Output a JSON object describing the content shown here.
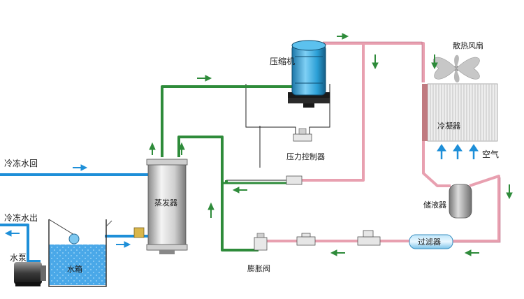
{
  "labels": {
    "compressor": "压缩机",
    "fan": "散热风扇",
    "condenser": "冷凝器",
    "air": "空气",
    "pressure_controller": "压力控制器",
    "return_water": "冷冻水回",
    "outlet_water": "冷冻水出",
    "pump": "水泵",
    "tank": "水箱",
    "evaporator": "蒸发器",
    "receiver": "储液器",
    "filter": "过滤器",
    "expansion_valve": "膨胀阀"
  },
  "colors": {
    "water_pipe": "#1e8fd8",
    "suction_pipe": "#2e8b3a",
    "discharge_pipe": "#e8a0b0",
    "arrow_green": "#2e8b3a",
    "arrow_blue": "#1e8fd8",
    "compressor_body": "#2a9fd6",
    "tank_water": "#4aa8e8"
  }
}
